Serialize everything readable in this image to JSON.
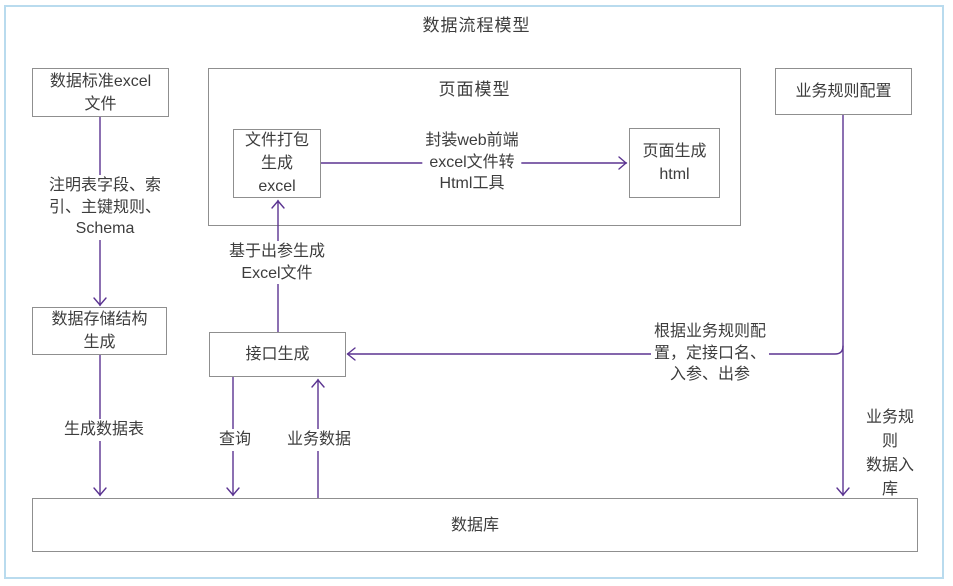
{
  "title": "数据流程模型",
  "nodes": {
    "data_standard_excel": {
      "label": "数据标准excel\n文件"
    },
    "page_model": {
      "label": "页面模型"
    },
    "file_pack": {
      "label": "文件打包\n生成\nexcel"
    },
    "page_gen_html": {
      "label": "页面生成\nhtml"
    },
    "business_rule_config": {
      "label": "业务规则配置"
    },
    "data_storage": {
      "label": "数据存储结构\n生成"
    },
    "api_gen": {
      "label": "接口生成"
    },
    "database": {
      "label": "数据库"
    }
  },
  "edge_labels": {
    "annotate_fields": "注明表字段、索\n引、主键规则、\nSchema",
    "generate_table": "生成数据表",
    "wrap_web_tool": "封装web前端\nexcel文件转\nHtml工具",
    "excel_from_output": "基于出参生成\nExcel文件",
    "query": "查询",
    "business_data": "业务数据",
    "rule_to_api": "根据业务规则配\n置，定接口名、\n入参、出参",
    "rule_data_to_db": "业务规则\n数据入库"
  },
  "colors": {
    "frame_border": "#b9dbee",
    "box_border": "#8f8f8f",
    "arrow": "#5b3491",
    "text": "#3d3d3d",
    "background": "#ffffff"
  }
}
